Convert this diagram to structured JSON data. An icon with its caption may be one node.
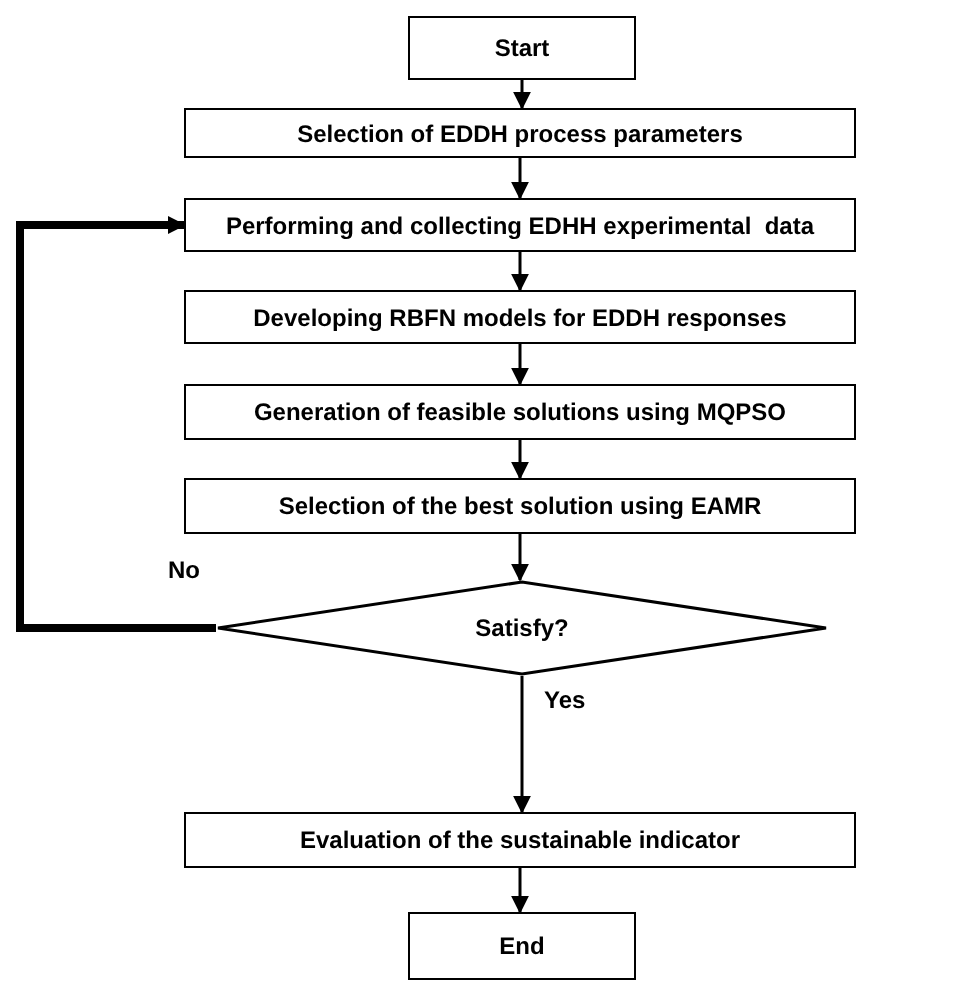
{
  "diagram": {
    "nodes": [
      {
        "text": [
          "Start"
        ]
      },
      {
        "text": [
          "Selection of EDDH process parameters"
        ]
      },
      {
        "text": [
          "Performing and collecting EDHH experimental  data"
        ]
      },
      {
        "text": [
          "Developing RBFN models for EDDH responses"
        ]
      },
      {
        "text": [
          "Generation of feasible solutions using MQPSO"
        ]
      },
      {
        "text": [
          "Selection of the best solution using EAMR"
        ]
      },
      {
        "text": [
          "Satisfy?"
        ]
      },
      {
        "text": [
          "Evaluation of the sustainable indicator"
        ]
      },
      {
        "text": [
          "End"
        ]
      }
    ],
    "edges": [
      {
        "from": 0,
        "to": 1,
        "arrow": "to"
      },
      {
        "from": 1,
        "to": 2,
        "arrow": "to"
      },
      {
        "from": 2,
        "to": 3,
        "arrow": "to"
      },
      {
        "from": 3,
        "to": 4,
        "arrow": "to"
      },
      {
        "from": 4,
        "to": 5,
        "arrow": "to"
      },
      {
        "from": 5,
        "to": 6,
        "arrow": "to"
      },
      {
        "from": 6,
        "to": 2,
        "arrow": "to",
        "label": "No",
        "style": "thick"
      },
      {
        "from": 6,
        "to": 7,
        "arrow": "to",
        "label": "Yes"
      },
      {
        "from": 7,
        "to": 8,
        "arrow": "to"
      }
    ]
  }
}
